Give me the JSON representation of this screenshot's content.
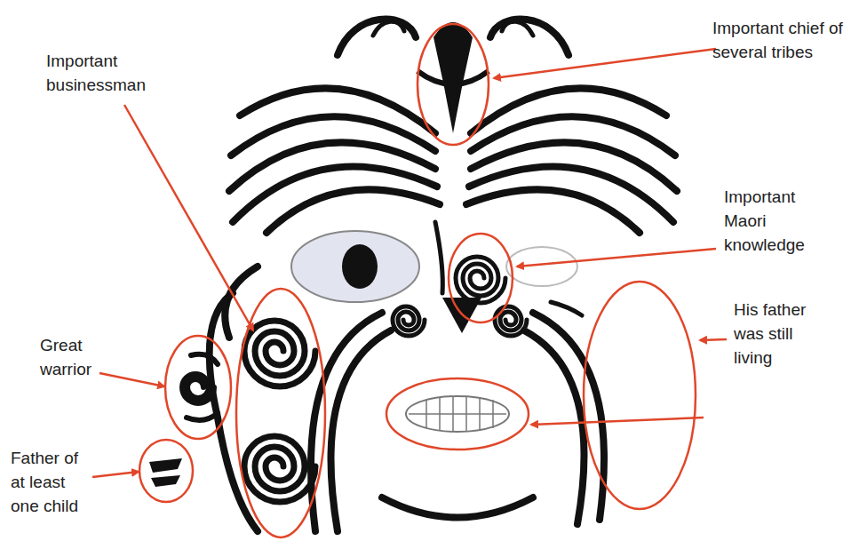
{
  "diagram": {
    "labels": [
      "Important chief of several tribes",
      "Important Maori knowledge",
      "Important businessman",
      "His father was still living",
      "Great warrior",
      "Father of at least one child"
    ]
  }
}
